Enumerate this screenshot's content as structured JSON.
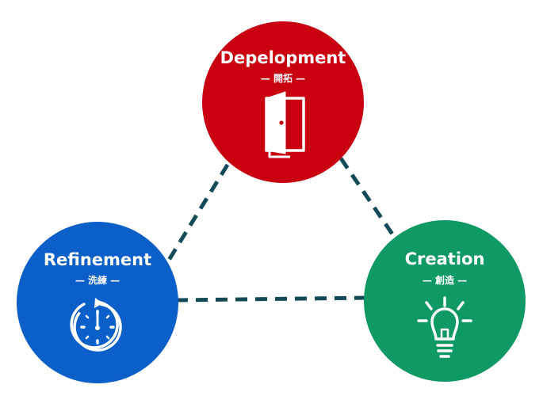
{
  "nodes": {
    "top": {
      "title": "Depelopment",
      "subtitle": "— 開拓 —",
      "icon": "door-open-icon",
      "color": "#c8000f"
    },
    "left": {
      "title": "Refinement",
      "subtitle": "— 洗練 —",
      "icon": "stopwatch-icon",
      "color": "#0a5fc8"
    },
    "right": {
      "title": "Creation",
      "subtitle": "— 創造 —",
      "icon": "lightbulb-icon",
      "color": "#0f9a64"
    }
  },
  "connector_color": "#124a58"
}
